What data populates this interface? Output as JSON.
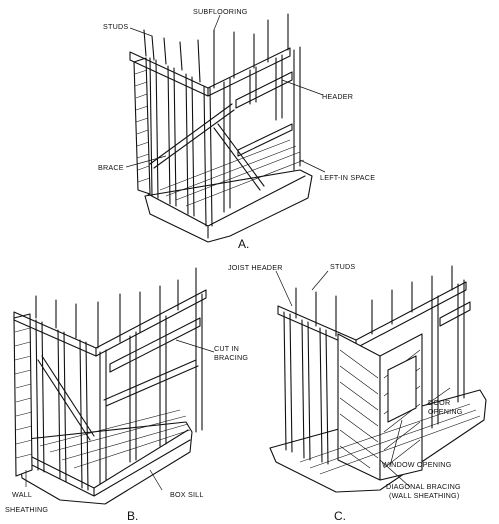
{
  "figure": {
    "panel_a": {
      "caption": "A.",
      "labels": {
        "studs": "STUDS",
        "subflooring": "SUBFLOORING",
        "header": "HEADER",
        "brace": "BRACE",
        "left_in_space": "LEFT-IN SPACE"
      }
    },
    "panel_b": {
      "caption": "B.",
      "labels": {
        "cut_in_bracing_1": "CUT IN",
        "cut_in_bracing_2": "BRACING",
        "box_sill": "BOX SILL",
        "wall_sheathing_1": "WALL",
        "wall_sheathing_2": "SHEATHING"
      }
    },
    "panel_c": {
      "caption": "C.",
      "labels": {
        "joist_header": "JOIST HEADER",
        "studs": "STUDS",
        "door_opening_1": "DOOR",
        "door_opening_2": "OPENING",
        "window_opening": "WINDOW OPENING",
        "diagonal_bracing_1": "DIAGONAL BRACING",
        "diagonal_bracing_2": "(WALL SHEATHING)"
      }
    }
  }
}
